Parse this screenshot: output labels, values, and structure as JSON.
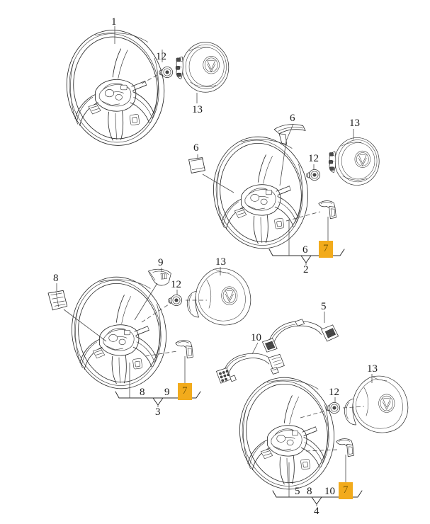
{
  "diagram": {
    "title": "Steering wheel assembly exploded parts diagram",
    "background_color": "#ffffff",
    "line_color": "#2b2b2b",
    "highlight_color": "#f2ab1c",
    "highlight_text_color": "#7a5800",
    "label_color": "#1a1a1a"
  },
  "groups": [
    {
      "id": "group-1",
      "assembly_number": "1",
      "bracket_items": [],
      "callouts": [
        {
          "key": "g1-n1",
          "text": "1"
        },
        {
          "key": "g1-n12",
          "text": "12"
        },
        {
          "key": "g1-n13",
          "text": "13"
        }
      ]
    },
    {
      "id": "group-2",
      "assembly_number": "2",
      "bracket_items": [
        "6",
        "7"
      ],
      "callouts": [
        {
          "key": "g2-n6a",
          "text": "6"
        },
        {
          "key": "g2-n6b",
          "text": "6"
        },
        {
          "key": "g2-n12",
          "text": "12"
        },
        {
          "key": "g2-n13",
          "text": "13"
        }
      ]
    },
    {
      "id": "group-3",
      "assembly_number": "3",
      "bracket_items": [
        "8",
        "9",
        "7"
      ],
      "callouts": [
        {
          "key": "g3-n8",
          "text": "8"
        },
        {
          "key": "g3-n9",
          "text": "9"
        },
        {
          "key": "g3-n12",
          "text": "12"
        },
        {
          "key": "g3-n13",
          "text": "13"
        }
      ]
    },
    {
      "id": "group-4",
      "assembly_number": "4",
      "bracket_items": [
        "5",
        "8",
        "10",
        "7"
      ],
      "callouts": [
        {
          "key": "g4-n5",
          "text": "5"
        },
        {
          "key": "g4-n10",
          "text": "10"
        },
        {
          "key": "g4-n12",
          "text": "12"
        },
        {
          "key": "g4-n13",
          "text": "13"
        }
      ]
    }
  ],
  "labels": {
    "g1_1": "1",
    "g1_12": "12",
    "g1_13": "13",
    "g2_6_top": "6",
    "g2_6_left": "6",
    "g2_12": "12",
    "g2_13": "13",
    "g2_bracket_6": "6",
    "g2_bracket_7": "7",
    "g2_assembly": "2",
    "g3_8": "8",
    "g3_9": "9",
    "g3_12": "12",
    "g3_13": "13",
    "g3_bracket_8": "8",
    "g3_bracket_9": "9",
    "g3_bracket_7": "7",
    "g3_assembly": "3",
    "g4_5": "5",
    "g4_10": "10",
    "g4_12": "12",
    "g4_13": "13",
    "g4_bracket_5": "5",
    "g4_bracket_8": "8",
    "g4_bracket_10": "10",
    "g4_bracket_7": "7",
    "g4_assembly": "4"
  }
}
